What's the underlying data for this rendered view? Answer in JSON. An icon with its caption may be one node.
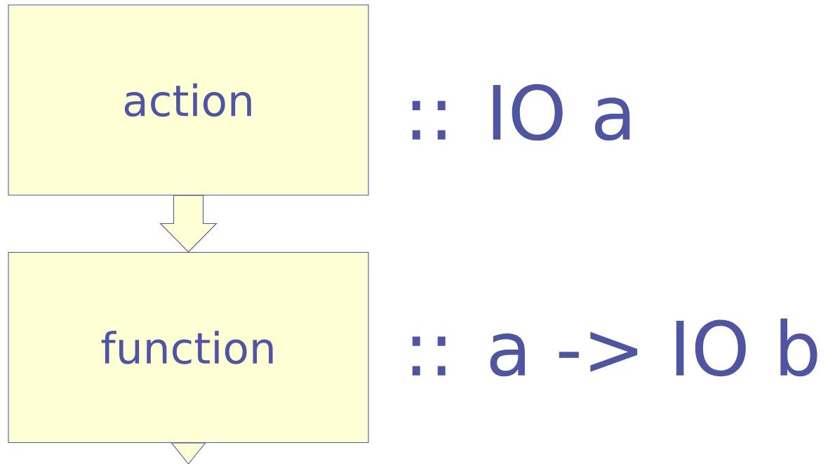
{
  "diagram": {
    "nodes": [
      {
        "text": [
          "action"
        ],
        "beside": [
          ":: IO a"
        ]
      },
      {
        "text": [
          "function"
        ],
        "beside": [
          ":: a -> IO b"
        ]
      }
    ],
    "edges": [
      {
        "from": 0,
        "to": 1,
        "arrow": "to"
      },
      {
        "from": 1,
        "to": null,
        "arrow": "to"
      }
    ]
  }
}
